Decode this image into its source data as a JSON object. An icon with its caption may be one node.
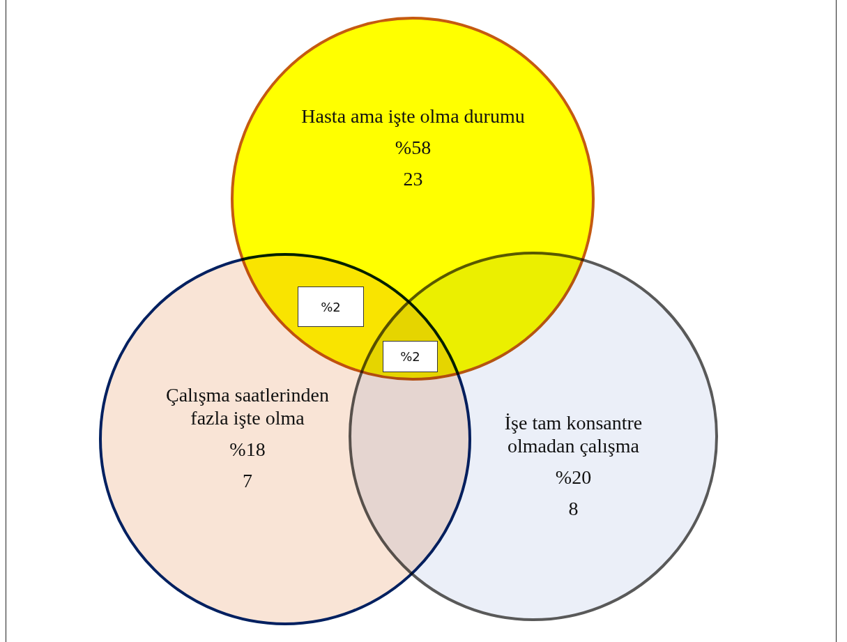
{
  "diagram": {
    "nodes": [
      {
        "text": [
          "Hasta ama işte olma durumu",
          "%58",
          "23"
        ]
      },
      {
        "text": [
          "Çalışma saatlerinden fazla işte olma",
          "%18",
          "7"
        ]
      },
      {
        "text": [
          "İşe tam konsantre olmadan çalışma",
          "%20",
          "8"
        ]
      },
      {
        "text": [
          "%2"
        ]
      },
      {
        "text": [
          "%2"
        ]
      }
    ]
  }
}
